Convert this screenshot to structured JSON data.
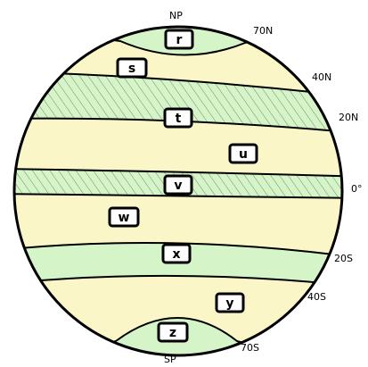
{
  "colors": {
    "green_band": "#d5f5c8",
    "yellow_band": "#fbf6c8",
    "outline": "#000000",
    "hatch": "#2a2a2a"
  },
  "poles": {
    "north": "NP",
    "south": "SP"
  },
  "latitude_labels": [
    "70N",
    "40N",
    "20N",
    "0°",
    "20S",
    "40S",
    "70S"
  ],
  "zones": [
    "r",
    "s",
    "t",
    "u",
    "v",
    "w",
    "x",
    "y",
    "z"
  ]
}
